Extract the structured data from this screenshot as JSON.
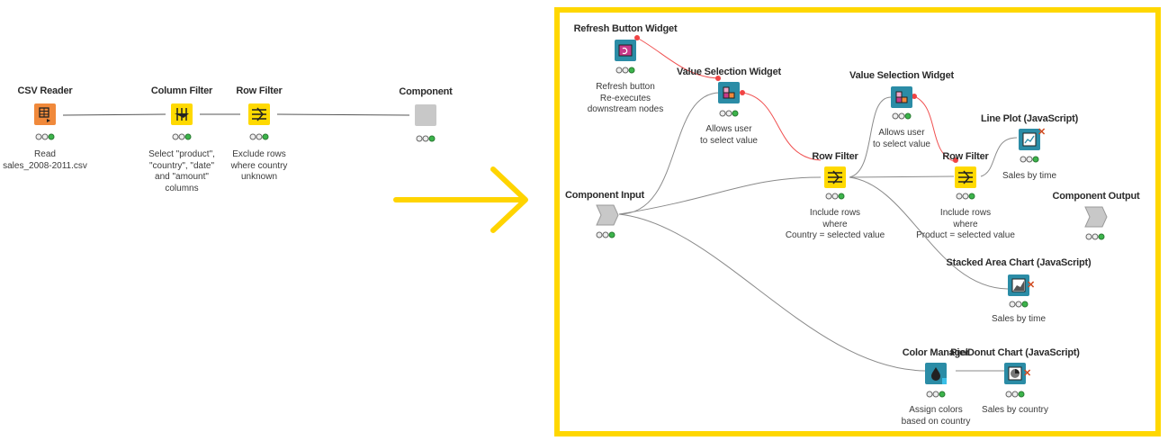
{
  "left_workflow": {
    "nodes": [
      {
        "id": "csv-reader",
        "title": "CSV Reader",
        "description": "Read\nsales_2008-2011.csv",
        "icon": "table-read-icon",
        "color": "#f0893b"
      },
      {
        "id": "column-filter",
        "title": "Column Filter",
        "description": "Select \"product\",\n\"country\", \"date\"\nand \"amount\"\ncolumns",
        "icon": "column-filter-icon",
        "color": "#ffd900"
      },
      {
        "id": "row-filter",
        "title": "Row Filter",
        "description": "Exclude rows\nwhere country\nunknown",
        "icon": "row-filter-icon",
        "color": "#ffd900"
      },
      {
        "id": "component",
        "title": "Component",
        "description": "",
        "icon": "component-icon",
        "color": "#c8c8c8"
      }
    ]
  },
  "arrow": {
    "color": "#ffd400",
    "icon": "arrow-right-icon"
  },
  "component_panel": {
    "border_color": "#ffd700",
    "nodes": [
      {
        "id": "refresh-button-widget",
        "title": "Refresh Button Widget",
        "description": "Refresh button\nRe-executes\ndownstream nodes",
        "icon": "refresh-widget-icon",
        "color": "#2b8ca6"
      },
      {
        "id": "value-selection-widget-1",
        "title": "Value Selection Widget",
        "description": "Allows user\nto select value",
        "icon": "value-selection-icon",
        "color": "#2b8ca6"
      },
      {
        "id": "value-selection-widget-2",
        "title": "Value Selection Widget",
        "description": "Allows user\nto select value",
        "icon": "value-selection-icon",
        "color": "#2b8ca6"
      },
      {
        "id": "component-input",
        "title": "Component Input",
        "description": "",
        "icon": "component-input-icon",
        "color": "#c8c8c8"
      },
      {
        "id": "row-filter-1",
        "title": "Row Filter",
        "description": "Include rows\nwhere\nCountry = selected value",
        "icon": "row-filter-icon",
        "color": "#ffd900"
      },
      {
        "id": "row-filter-2",
        "title": "Row Filter",
        "description": "Include rows\nwhere\nProduct = selected value",
        "icon": "row-filter-icon",
        "color": "#ffd900"
      },
      {
        "id": "line-plot",
        "title": "Line Plot (JavaScript)",
        "description": "Sales by time",
        "icon": "line-plot-icon",
        "color": "#2b8ca6"
      },
      {
        "id": "component-output",
        "title": "Component Output",
        "description": "",
        "icon": "component-output-icon",
        "color": "#c8c8c8"
      },
      {
        "id": "stacked-area-chart",
        "title": "Stacked Area Chart (JavaScript)",
        "description": "Sales by time",
        "icon": "area-chart-icon",
        "color": "#2b8ca6"
      },
      {
        "id": "color-manager",
        "title": "Color Manager",
        "description": "Assign colors\nbased on country",
        "icon": "color-manager-icon",
        "color": "#2b8ca6"
      },
      {
        "id": "pie-donut-chart",
        "title": "Pie/Donut Chart (JavaScript)",
        "description": "Sales by country",
        "icon": "pie-chart-icon",
        "color": "#2b8ca6"
      }
    ]
  },
  "colors": {
    "data_wire": "#8a8a8a",
    "flow_variable_wire": "#f05050",
    "status_ok": "#3cb44b"
  }
}
